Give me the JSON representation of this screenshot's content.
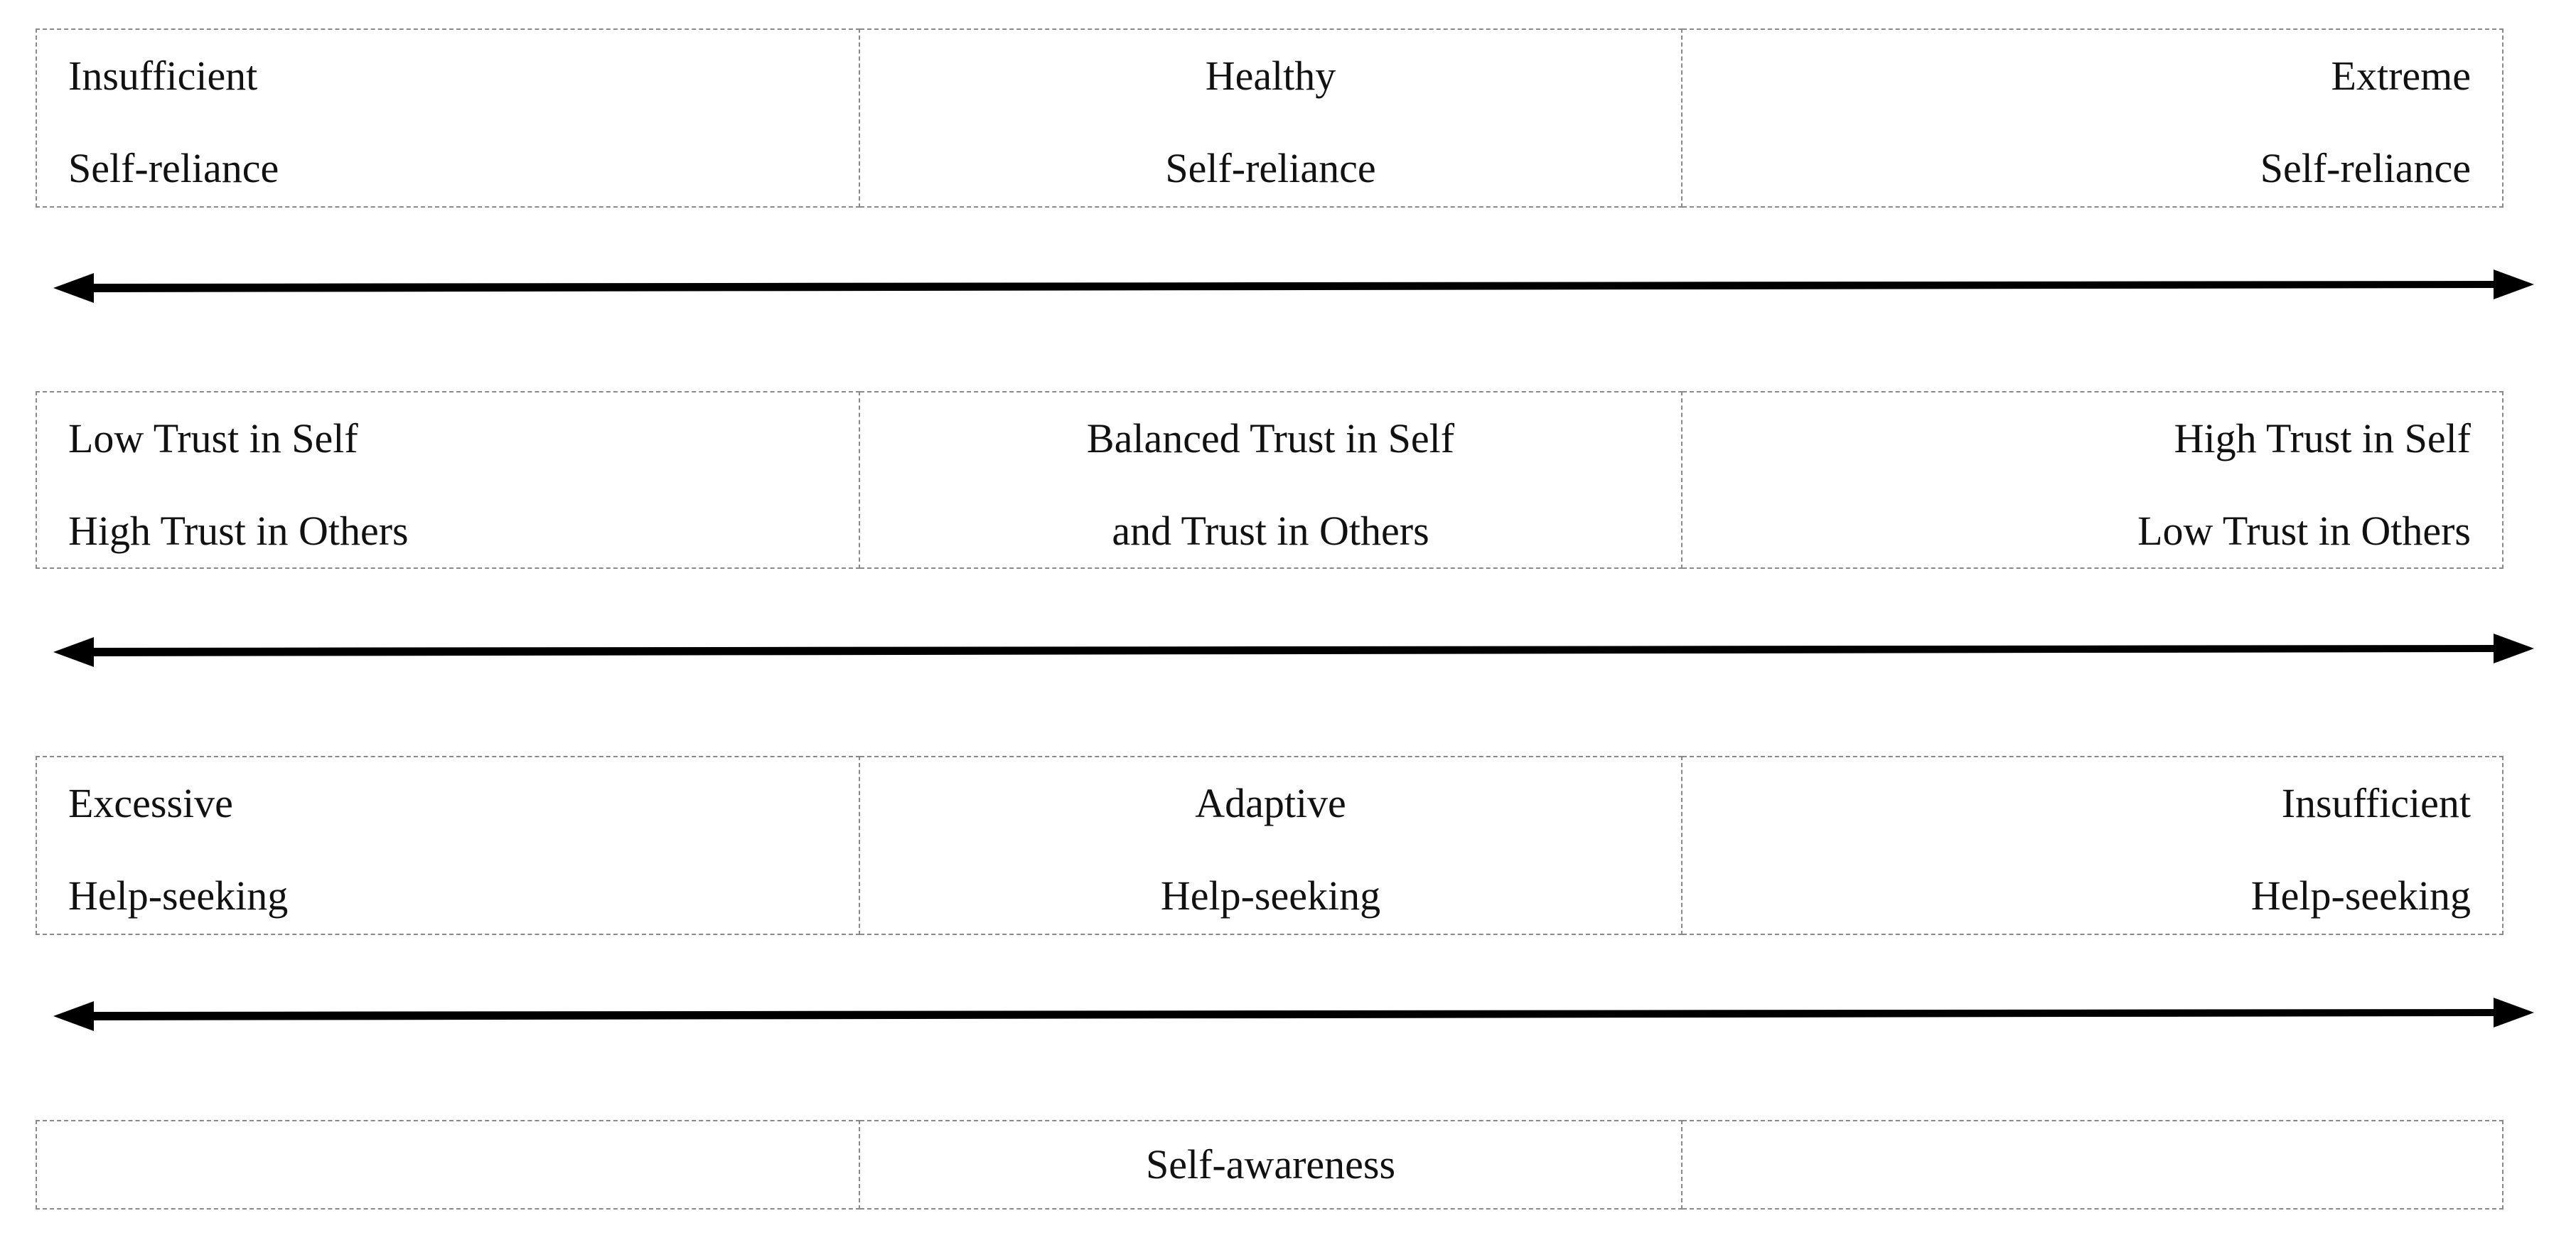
{
  "rows": [
    {
      "cells": [
        {
          "line1": "Insufficient",
          "line2": "Self-reliance"
        },
        {
          "line1": "Healthy",
          "line2": "Self-reliance"
        },
        {
          "line1": "Extreme",
          "line2": "Self-reliance"
        }
      ]
    },
    {
      "cells": [
        {
          "line1": "Low Trust in Self",
          "line2": "High Trust in Others"
        },
        {
          "line1": "Balanced Trust in Self",
          "line2": "and Trust in Others"
        },
        {
          "line1": "High Trust in Self",
          "line2": "Low Trust in Others"
        }
      ]
    },
    {
      "cells": [
        {
          "line1": "Excessive",
          "line2": "Help-seeking"
        },
        {
          "line1": "Adaptive",
          "line2": "Help-seeking"
        },
        {
          "line1": "Insufficient",
          "line2": "Help-seeking"
        }
      ]
    },
    {
      "cells": [
        {
          "line1": ""
        },
        {
          "line1": "Self-awareness"
        },
        {
          "line1": ""
        }
      ]
    }
  ],
  "colors": {
    "arrow": "#000000",
    "border": "#8a8a8a",
    "text": "#111111"
  }
}
